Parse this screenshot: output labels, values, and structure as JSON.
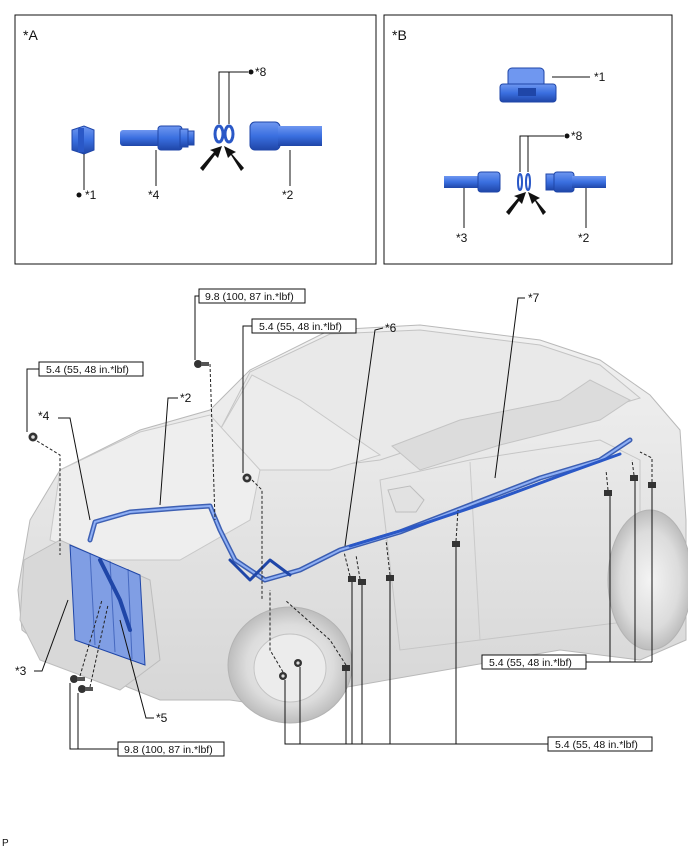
{
  "panel_a": {
    "title": "*A",
    "labels": {
      "c1": "*1",
      "c4": "*4",
      "c2": "*2",
      "c8": "*8"
    }
  },
  "panel_b": {
    "title": "*B",
    "labels": {
      "c1": "*1",
      "c8": "*8",
      "c3": "*3",
      "c2": "*2"
    }
  },
  "main": {
    "callouts": {
      "c4": "*4",
      "c2": "*2",
      "c6": "*6",
      "c7": "*7",
      "c3": "*3",
      "c5": "*5"
    },
    "torque": {
      "t_top": "9.8 (100, 87 in.*lbf)",
      "t_left": "5.4 (55, 48 in.*lbf)",
      "t_center": "5.4 (55, 48 in.*lbf)",
      "t_right": "5.4 (55, 48 in.*lbf)",
      "t_bottom_right": "5.4 (55, 48 in.*lbf)",
      "t_bottom_left": "9.8 (100, 87 in.*lbf)"
    }
  },
  "footer": {
    "code": "P"
  },
  "colors": {
    "part_blue": "#3a6fe0",
    "part_dark": "#1f46a8",
    "car_gray": "#e4e4e4",
    "car_line": "#b9b9b9"
  },
  "icons": [
    "bolt-icon",
    "nut-icon",
    "arrow-icon",
    "o-ring-icon",
    "dot-marker-icon"
  ]
}
